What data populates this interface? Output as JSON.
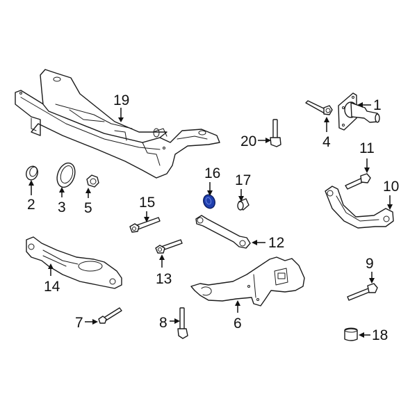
{
  "diagram": {
    "type": "exploded parts diagram",
    "subject": "rear suspension / subframe assembly",
    "highlighted_part": "16",
    "highlight_color": "#1f3fae",
    "line_color": "#1a1a1a",
    "background": "#ffffff"
  },
  "callouts": [
    {
      "id": "1",
      "label": "1",
      "part": "spindle / hub stub"
    },
    {
      "id": "2",
      "label": "2",
      "part": "small bushing ring"
    },
    {
      "id": "3",
      "label": "3",
      "part": "large seal ring"
    },
    {
      "id": "4",
      "label": "4",
      "part": "flange bolt"
    },
    {
      "id": "5",
      "label": "5",
      "part": "flange nut"
    },
    {
      "id": "6",
      "label": "6",
      "part": "trailing arm / knuckle"
    },
    {
      "id": "7",
      "label": "7",
      "part": "bolt"
    },
    {
      "id": "8",
      "label": "8",
      "part": "stud bolt"
    },
    {
      "id": "9",
      "label": "9",
      "part": "bolt"
    },
    {
      "id": "10",
      "label": "10",
      "part": "upper control arm"
    },
    {
      "id": "11",
      "label": "11",
      "part": "bolt"
    },
    {
      "id": "12",
      "label": "12",
      "part": "lateral link"
    },
    {
      "id": "13",
      "label": "13",
      "part": "bolt"
    },
    {
      "id": "14",
      "label": "14",
      "part": "lower control arm"
    },
    {
      "id": "15",
      "label": "15",
      "part": "bolt"
    },
    {
      "id": "16",
      "label": "16",
      "part": "washer (highlighted)"
    },
    {
      "id": "17",
      "label": "17",
      "part": "bushing sleeve"
    },
    {
      "id": "18",
      "label": "18",
      "part": "bushing"
    },
    {
      "id": "19",
      "label": "19",
      "part": "crossmember / subframe"
    },
    {
      "id": "20",
      "label": "20",
      "part": "stud bolt"
    }
  ]
}
